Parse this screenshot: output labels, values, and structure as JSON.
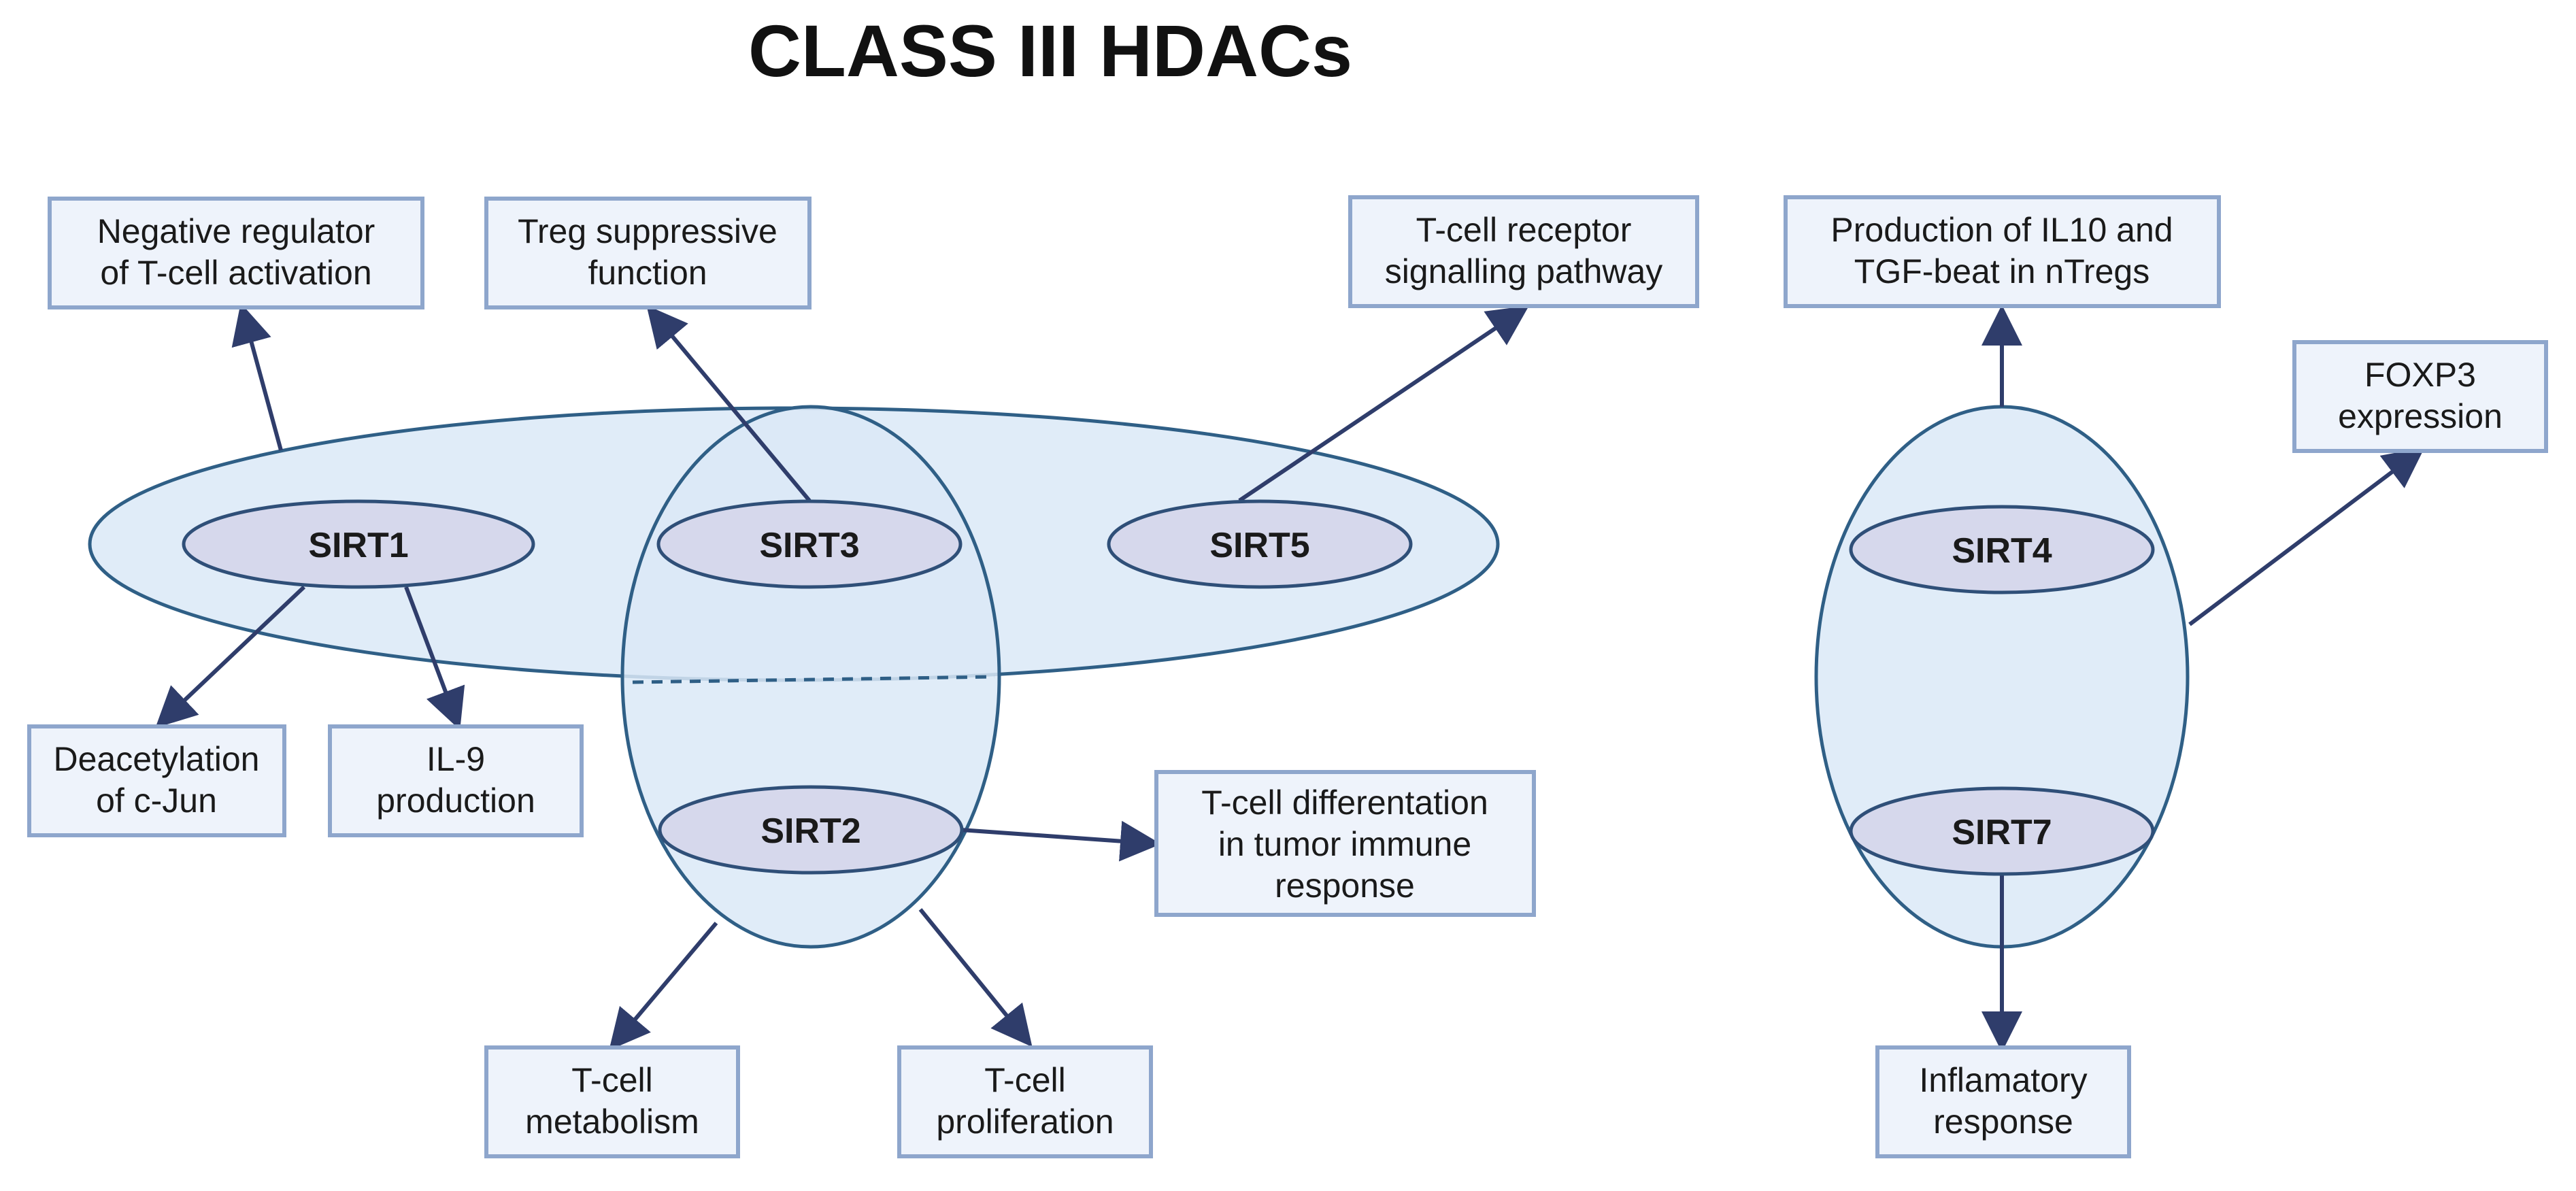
{
  "title": "CLASS III HDACs",
  "colors": {
    "ellipse_fill": "#dbe9f7",
    "ellipse_stroke": "#2f5f86",
    "sirt_fill": "#d6d8ec",
    "box_fill": "#eef3fb",
    "box_stroke": "#8ea6cc",
    "arrow": "#2f3d6b"
  },
  "sirtuins": {
    "sirt1": "SIRT1",
    "sirt2": "SIRT2",
    "sirt3": "SIRT3",
    "sirt4": "SIRT4",
    "sirt5": "SIRT5",
    "sirt7": "SIRT7"
  },
  "functions": {
    "neg_reg": [
      "Negative regulator",
      "of T-cell activation"
    ],
    "treg": [
      "Treg suppressive",
      "function"
    ],
    "tcr": [
      "T-cell receptor",
      "signalling pathway"
    ],
    "il10": [
      "Production of IL10 and",
      "TGF-beat in nTregs"
    ],
    "foxp3": [
      "FOXP3",
      "expression"
    ],
    "deacetyl": [
      "Deacetylation",
      "of c-Jun"
    ],
    "il9": [
      "IL-9",
      "production"
    ],
    "differentiation": [
      "T-cell differentation",
      "in tumor immune",
      "response"
    ],
    "metabolism": [
      "T-cell",
      "metabolism"
    ],
    "proliferation": [
      "T-cell",
      "proliferation"
    ],
    "inflammatory": [
      "Inflamatory",
      "response"
    ]
  }
}
